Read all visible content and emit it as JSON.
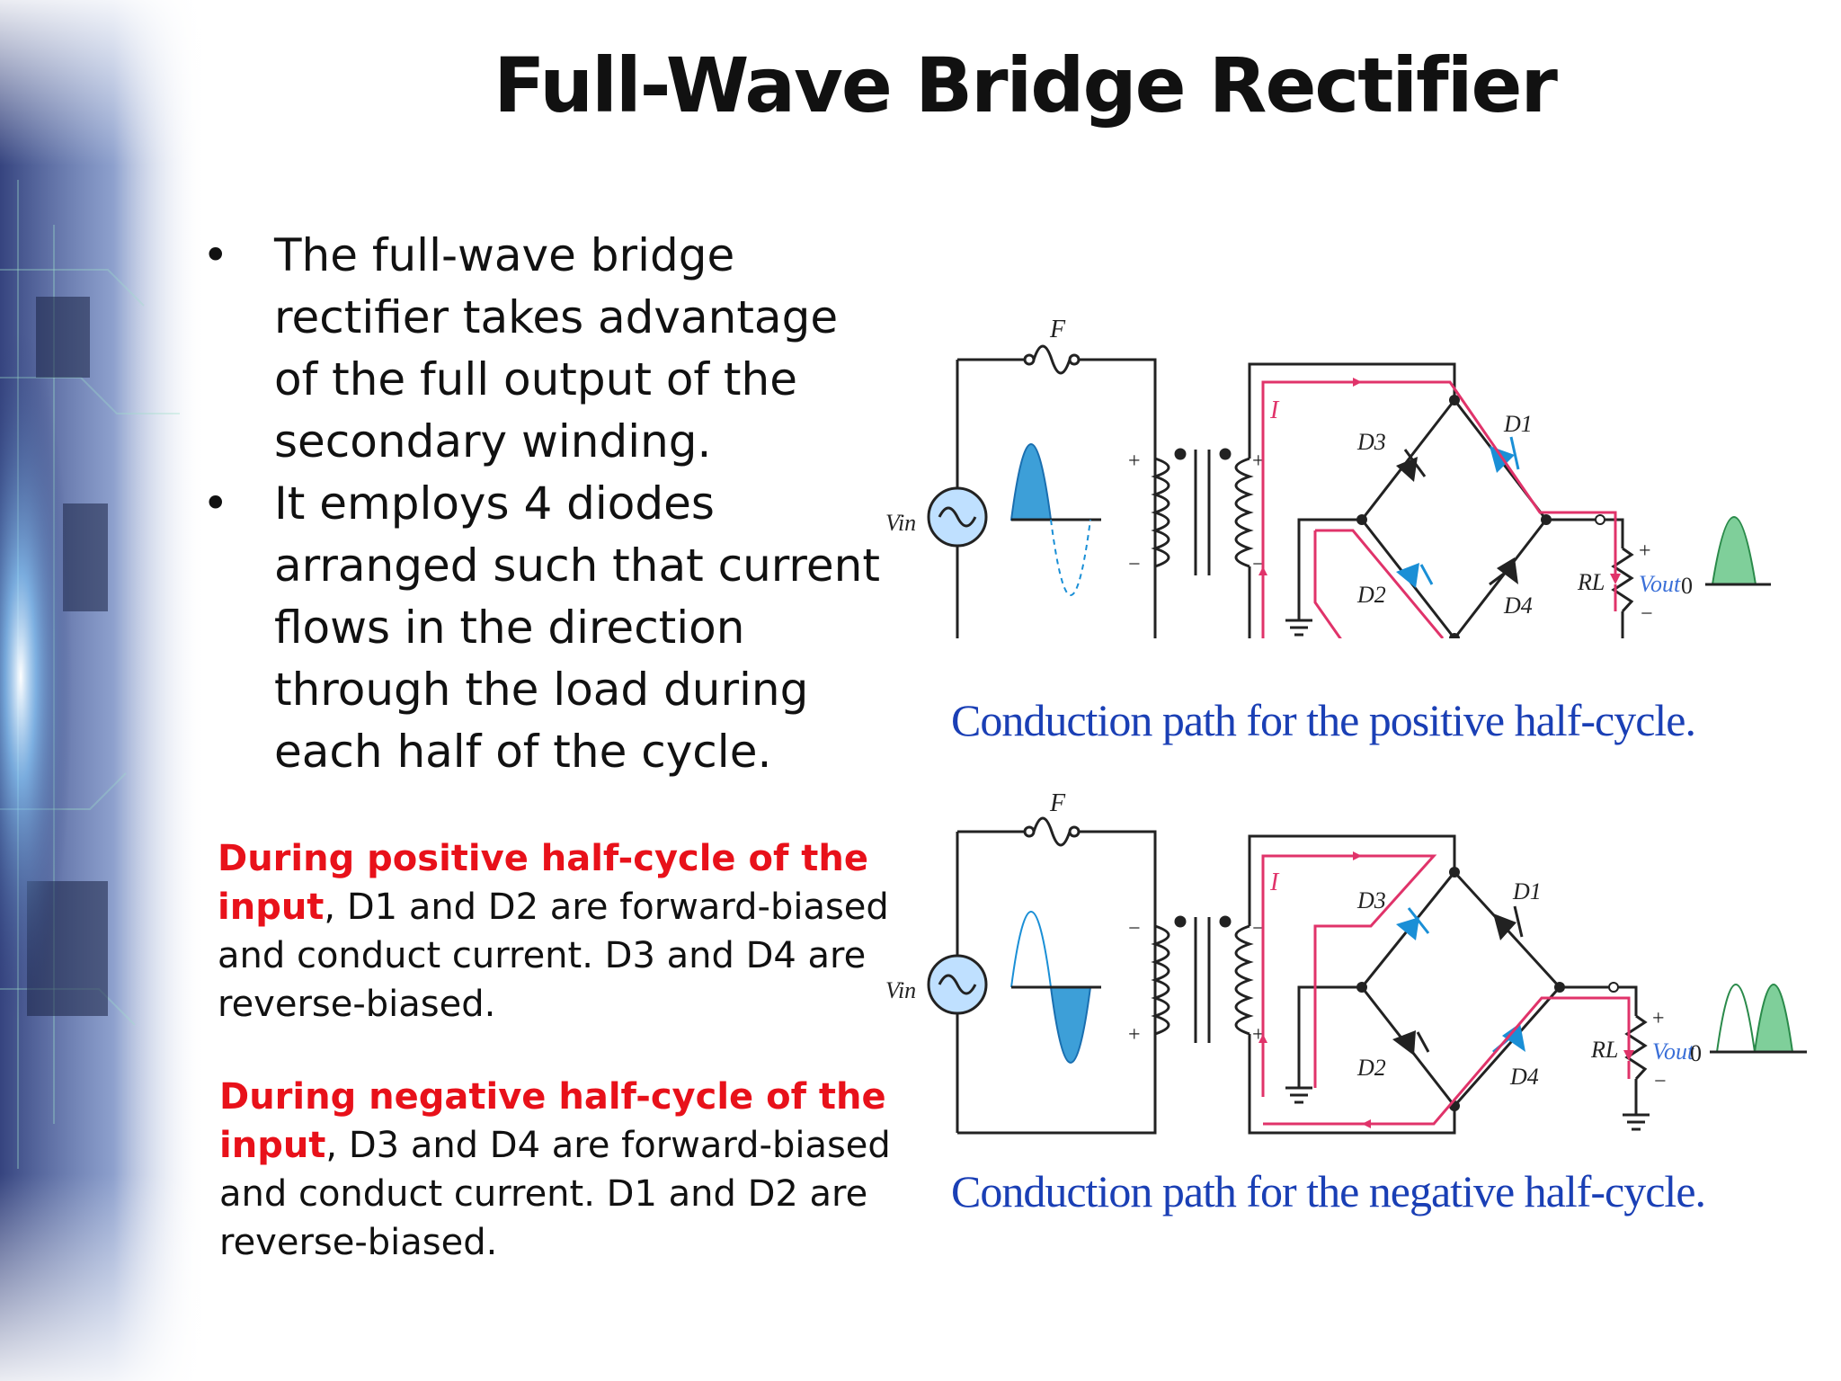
{
  "slide": {
    "title": "Full-Wave Bridge Rectifier",
    "bullets": [
      "The full-wave bridge rectifier takes advantage of the full output of the secondary winding.",
      "It employs 4 diodes arranged such that current flows in the direction through the load during each half of the cycle."
    ],
    "bullet_marker": "•",
    "notes": [
      {
        "highlight": "During positive half-cycle of the input",
        "text": ", D1 and D2 are forward-biased and conduct current. D3 and D4 are reverse-biased."
      },
      {
        "highlight": "During negative half-cycle of the input",
        "text": ", D3 and D4 are forward-biased and conduct current. D1 and D2 are reverse-biased."
      }
    ],
    "highlight_color": "#e8111a"
  },
  "figures": [
    {
      "caption": "Conduction path for the positive half-cycle.",
      "labels": {
        "fuse": "F",
        "vin": "Vin",
        "current": "I",
        "d1": "D1",
        "d2": "D2",
        "d3": "D3",
        "d4": "D4",
        "rl": "RL",
        "vout": "Vout",
        "zero": "0",
        "plus": "+",
        "minus": "−"
      }
    },
    {
      "caption": "Conduction path for the negative half-cycle.",
      "labels": {
        "fuse": "F",
        "vin": "Vin",
        "current": "I",
        "d1": "D1",
        "d2": "D2",
        "d3": "D3",
        "d4": "D4",
        "rl": "RL",
        "vout": "Vout",
        "zero": "0",
        "plus": "+",
        "minus": "−"
      }
    }
  ],
  "colors": {
    "path": "#e0336a",
    "diode_on": "#1a8fd6",
    "wave_fill": "#3d9fd8",
    "out_fill": "#7fcf9a",
    "caption": "#1a3fb5"
  }
}
